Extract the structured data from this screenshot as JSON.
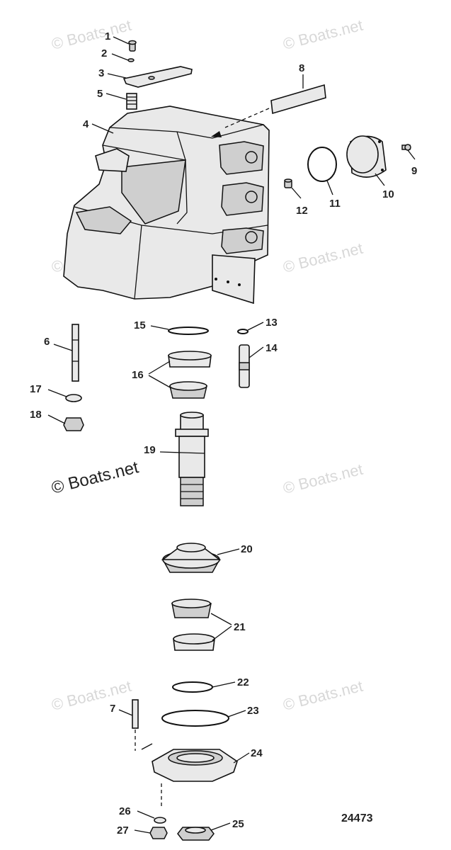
{
  "diagram_id": "24473",
  "watermark": "© Boats.net",
  "callouts": [
    {
      "label": "1"
    },
    {
      "label": "2"
    },
    {
      "label": "3"
    },
    {
      "label": "4"
    },
    {
      "label": "5"
    },
    {
      "label": "6"
    },
    {
      "label": "7"
    },
    {
      "label": "8"
    },
    {
      "label": "9"
    },
    {
      "label": "10"
    },
    {
      "label": "11"
    },
    {
      "label": "12"
    },
    {
      "label": "13"
    },
    {
      "label": "14"
    },
    {
      "label": "15"
    },
    {
      "label": "16"
    },
    {
      "label": "17"
    },
    {
      "label": "18"
    },
    {
      "label": "19"
    },
    {
      "label": "20"
    },
    {
      "label": "21"
    },
    {
      "label": "22"
    },
    {
      "label": "23"
    },
    {
      "label": "24"
    },
    {
      "label": "25"
    },
    {
      "label": "26"
    },
    {
      "label": "27"
    }
  ]
}
